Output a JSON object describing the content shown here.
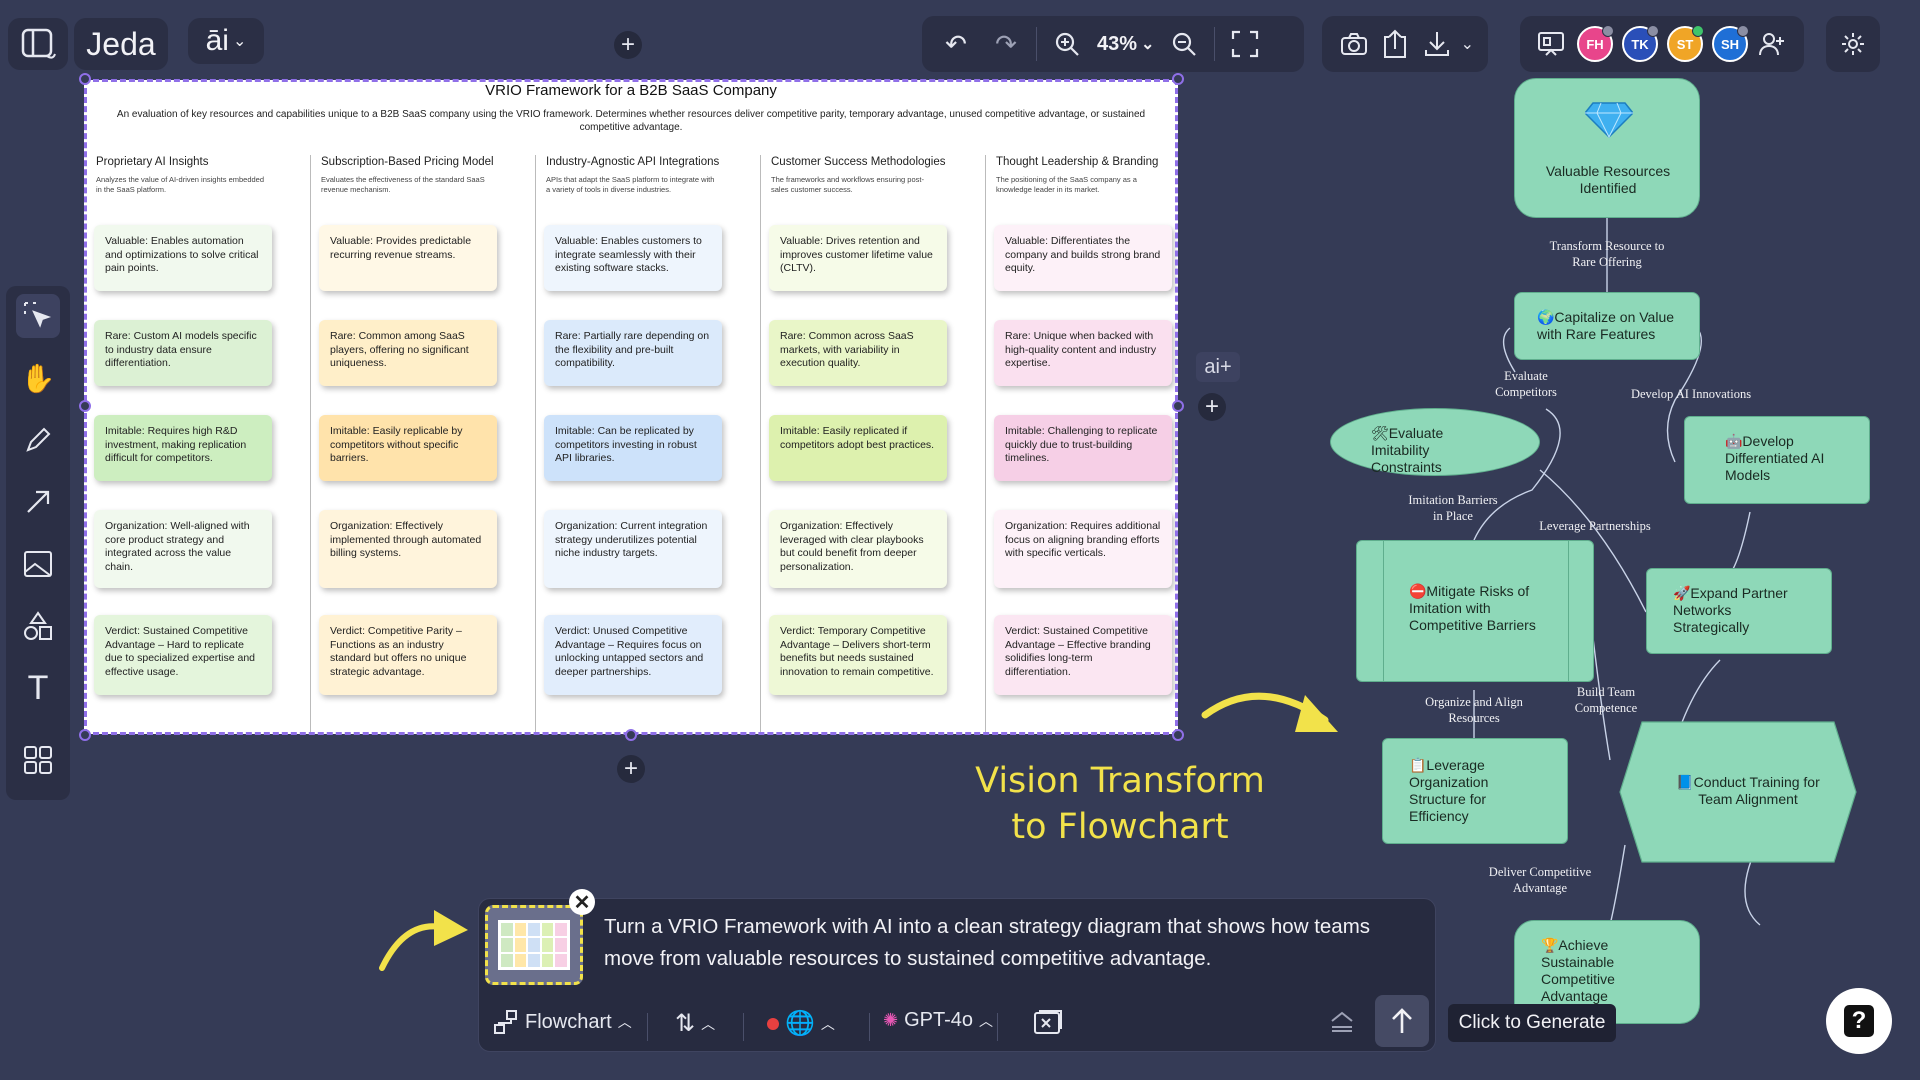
{
  "app": {
    "name": "Jeda",
    "ai_label": "āi"
  },
  "toolbar": {
    "zoom": "43%"
  },
  "collaborators": [
    {
      "initials": "FH",
      "color": "#e8458b"
    },
    {
      "initials": "TK",
      "color": "#2a4fb8"
    },
    {
      "initials": "ST",
      "color": "#f0a526"
    },
    {
      "initials": "SH",
      "color": "#1f6fd6"
    }
  ],
  "canvas": {
    "ai_plus": "ai+",
    "title": "VRIO Framework for a B2B SaaS Company",
    "description": "An evaluation of key resources and capabilities unique to a B2B SaaS company using the VRIO framework. Determines whether resources deliver competitive parity, temporary advantage, unused competitive advantage, or sustained competitive advantage.",
    "columns": [
      {
        "title": "Proprietary AI Insights",
        "subtitle": "Analyzes the value of AI-driven insights embedded in the SaaS platform.",
        "cards": [
          "Valuable: Enables automation and optimizations to solve critical pain points.",
          "Rare: Custom AI models specific to industry data ensure differentiation.",
          "Imitable: Requires high R&D investment, making replication difficult for competitors.",
          "Organization: Well-aligned with core product strategy and integrated across the value chain.",
          "Verdict: Sustained Competitive Advantage – Hard to replicate due to specialized expertise and effective usage."
        ]
      },
      {
        "title": "Subscription-Based Pricing Model",
        "subtitle": "Evaluates the effectiveness of the standard SaaS revenue mechanism.",
        "cards": [
          "Valuable: Provides predictable recurring revenue streams.",
          "Rare: Common among SaaS players, offering no significant uniqueness.",
          "Imitable: Easily replicable by competitors without specific barriers.",
          "Organization: Effectively implemented through automated billing systems.",
          "Verdict: Competitive Parity – Functions as an industry standard but offers no unique strategic advantage."
        ]
      },
      {
        "title": "Industry-Agnostic API Integrations",
        "subtitle": "APIs that adapt the SaaS platform to integrate with a variety of tools in diverse industries.",
        "cards": [
          "Valuable: Enables customers to integrate seamlessly with their existing software stacks.",
          "Rare: Partially rare depending on the flexibility and pre-built compatibility.",
          "Imitable: Can be replicated by competitors investing in robust API libraries.",
          "Organization: Current integration strategy underutilizes potential niche industry targets.",
          "Verdict: Unused Competitive Advantage – Requires focus on unlocking untapped sectors and deeper partnerships."
        ]
      },
      {
        "title": "Customer Success Methodologies",
        "subtitle": "The frameworks and workflows ensuring post-sales customer success.",
        "cards": [
          "Valuable: Drives retention and improves customer lifetime value (CLTV).",
          "Rare: Common across SaaS markets, with variability in execution quality.",
          "Imitable: Easily replicated if competitors adopt best practices.",
          "Organization: Effectively leveraged with clear playbooks but could benefit from deeper personalization.",
          "Verdict: Temporary Competitive Advantage – Delivers short-term benefits but needs sustained innovation to remain competitive."
        ]
      },
      {
        "title": "Thought Leadership & Branding",
        "subtitle": "The positioning of the SaaS company as a knowledge leader in its market.",
        "cards": [
          "Valuable: Differentiates the company and builds strong brand equity.",
          "Rare: Unique when backed with high-quality content and industry expertise.",
          "Imitable: Challenging to replicate quickly due to trust-building timelines.",
          "Organization: Requires additional focus on aligning branding efforts with specific verticals.",
          "Verdict: Sustained Competitive Advantage – Effective branding solidifies long-term differentiation."
        ]
      }
    ],
    "colors": [
      "#f1f9ee",
      "#fff8e6",
      "#e9f3fd",
      "#f3fbe4",
      "#fbeef6"
    ],
    "row_colors": [
      "#f1f9ee",
      "#e1f3d8",
      "#d5f0c8",
      "#f1f9ee",
      "#e1f3d8"
    ]
  },
  "annotation": {
    "text_line1": "Vision Transform",
    "text_line2": "to Flowchart"
  },
  "flowchart": {
    "nodes": {
      "n1": "Valuable Resources Identified",
      "n2": "🌍Capitalize on Value with Rare Features",
      "n3": "🛠Evaluate Imitability Constraints",
      "n4": "🤖Develop Differentiated AI Models",
      "n5": "⛔Mitigate Risks of Imitation with Competitive Barriers",
      "n6": "🚀Expand Partner Networks Strategically",
      "n7": "📋Leverage Organization Structure for Efficiency",
      "n8": "📘Conduct Training for Team Alignment",
      "n9": "🏆Achieve Sustainable Competitive Advantage"
    },
    "edges": {
      "e1": "Transform Resource to Rare Offering",
      "e2": "Evaluate Competitors",
      "e3": "Develop AI Innovations",
      "e4": "Imitation Barriers in Place",
      "e5": "Leverage Partnerships",
      "e6": "Organize and Align Resources",
      "e7": "Build Team Competence",
      "e8": "Deliver Competitive Advantage"
    }
  },
  "prompt": {
    "text": "Turn a VRIO Framework with AI into a clean strategy diagram that shows how teams move from valuable resources to sustained competitive advantage.",
    "diagram_type": "Flowchart",
    "model": "GPT-4o",
    "tooltip": "Click to Generate"
  }
}
